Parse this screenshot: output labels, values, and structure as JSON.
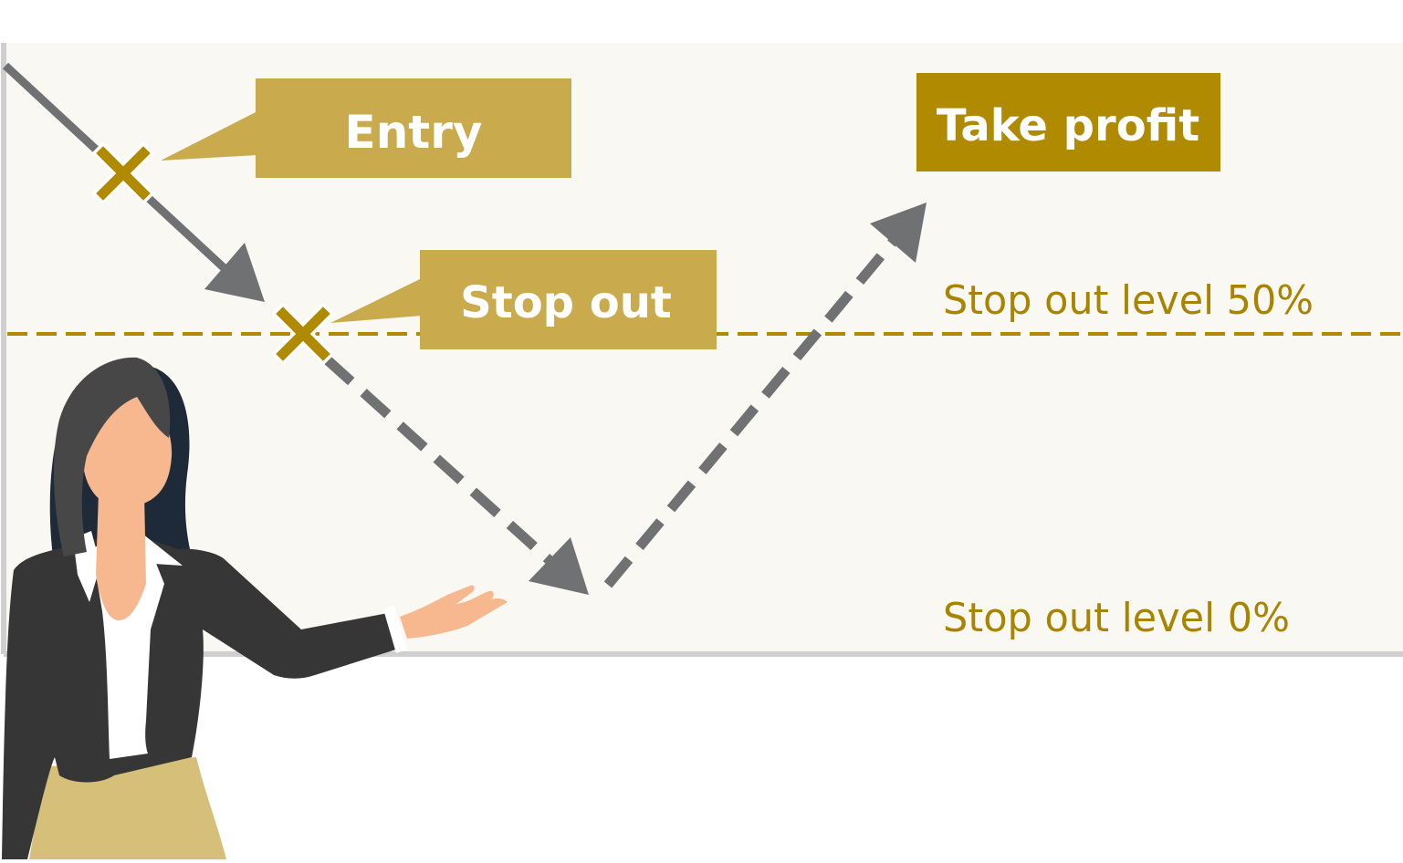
{
  "labels": {
    "entry": "Entry",
    "stop_out": "Stop out",
    "take_profit": "Take profit",
    "level_50": "Stop out level 50%",
    "level_0": "Stop out level 0%"
  },
  "colors": {
    "panel_bg": "#faf8f2",
    "panel_border": "#cfcfcf",
    "gold_light": "#c9ab4d",
    "gold_dark": "#b08a00",
    "gold_text": "#a88400",
    "arrow_gray": "#707172",
    "jacket": "#363636",
    "hair": "#474747",
    "hair_shadow": "#1f2a38",
    "skin": "#f7b88f",
    "skirt": "#d6bf78",
    "blouse": "#ffffff"
  },
  "icons": {
    "entry_marker": "cross-marker-icon",
    "stop_marker": "cross-marker-icon"
  }
}
